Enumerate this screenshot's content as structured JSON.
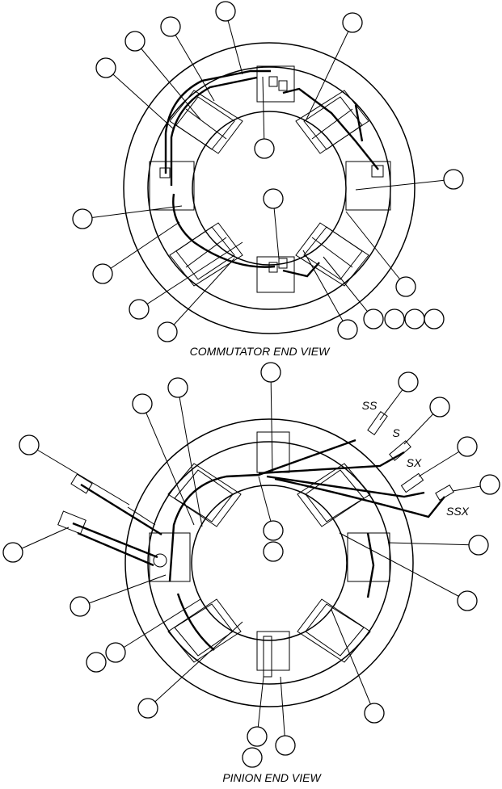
{
  "figure": {
    "top_view_caption": "COMMUTATOR END VIEW",
    "bottom_view_caption": "PINION END VIEW",
    "lead_labels": {
      "ss": "SS",
      "s": "S",
      "sx": "SX",
      "ssx": "SSX"
    }
  }
}
